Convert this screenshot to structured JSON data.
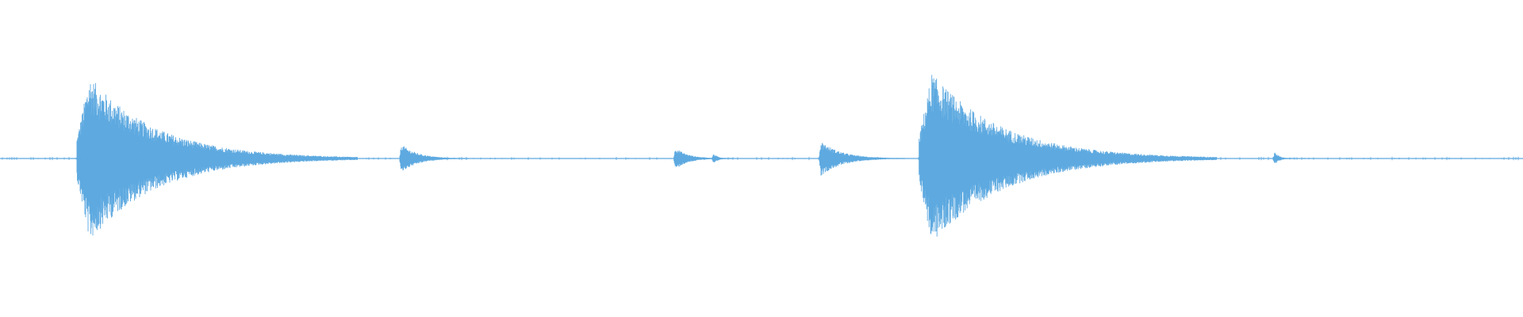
{
  "waveform": {
    "color": "#5DA9E0",
    "background": "#FFFFFF",
    "amplitude_scale": "linear",
    "bursts": [
      {
        "id": "burst-1",
        "kind": "major",
        "onset_fraction": 0.0505,
        "peak_amplitude": 0.52,
        "decay_fraction": 0.08
      },
      {
        "id": "burst-2",
        "kind": "click",
        "onset_fraction": 0.2625,
        "peak_amplitude": 0.09,
        "decay_fraction": 0.02
      },
      {
        "id": "burst-3",
        "kind": "click",
        "onset_fraction": 0.4425,
        "peak_amplitude": 0.07,
        "decay_fraction": 0.015
      },
      {
        "id": "burst-4",
        "kind": "click",
        "onset_fraction": 0.4675,
        "peak_amplitude": 0.03,
        "decay_fraction": 0.006
      },
      {
        "id": "burst-5",
        "kind": "click",
        "onset_fraction": 0.538,
        "peak_amplitude": 0.11,
        "decay_fraction": 0.025
      },
      {
        "id": "burst-6",
        "kind": "major",
        "onset_fraction": 0.6035,
        "peak_amplitude": 0.54,
        "decay_fraction": 0.085
      },
      {
        "id": "burst-7",
        "kind": "click",
        "onset_fraction": 0.836,
        "peak_amplitude": 0.04,
        "decay_fraction": 0.006
      }
    ]
  }
}
